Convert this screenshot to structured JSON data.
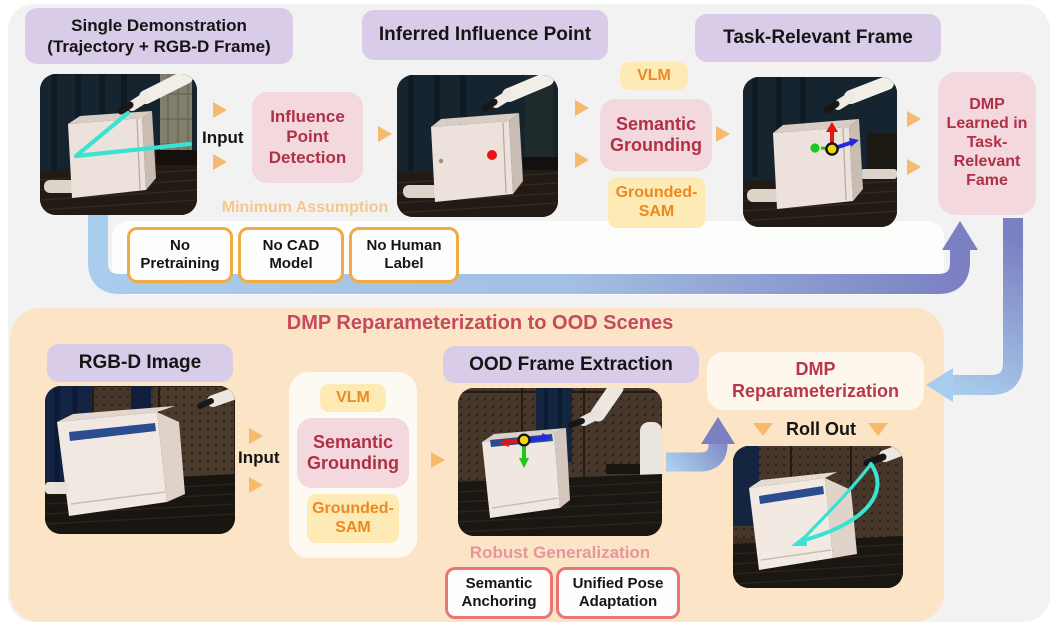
{
  "figure": {
    "type": "research-pipeline-diagram",
    "colors": {
      "page_bg": "#ffffff",
      "panel_gray": "#f3f2f3",
      "panel_orange": "#fce4c6",
      "label_purple": "#d8cce8",
      "process_pink": "#f3d8de",
      "process_pink_text": "#b03048",
      "tool_yellow": "#fdeab4",
      "tool_yellow_text": "#ee8820",
      "flow_triangle_orange": "#f6ba6e",
      "assumption_border_orange": "#f0ab45",
      "assumption_title_text": "#f5c78c",
      "bottom_title_red": "#c54b5c",
      "robust_title_pink": "#e8959d",
      "robust_border_red": "#e97575",
      "arrow_light_blue": "#a9cdec",
      "arrow_purple": "#7b80c2",
      "trajectory_cyan": "#3ae2d2",
      "influence_point_red": "#ee1111"
    },
    "icons": {
      "flow_triangle": "right-triangle-arrow",
      "rollout_triangle": "down-triangle-arrow",
      "frame_axes": "rgb-coordinate-frame",
      "influence_marker": "red-dot"
    }
  },
  "top": {
    "demo_label": "Single Demonstration\n(Trajectory + RGB-D Frame)",
    "input_label": "Input",
    "influence_detection_label": "Influence\nPoint\nDetection",
    "inferred_label": "Inferred Influence Point",
    "vlm_label": "VLM",
    "semantic_grounding_label": "Semantic\nGrounding",
    "grounded_sam_label": "Grounded-\nSAM",
    "task_frame_label": "Task-Relevant Frame",
    "dmp_learned_label": "DMP\nLearned in\nTask-\nRelevant\nFame",
    "minimum_assumption_label": "Minimum Assumption",
    "assumptions": [
      {
        "label": "No\nPretraining"
      },
      {
        "label": "No CAD\nModel"
      },
      {
        "label": "No Human\nLabel"
      }
    ]
  },
  "bottom": {
    "title": "DMP Reparameterization to OOD Scenes",
    "rgbd_label": "RGB-D Image",
    "input_label": "Input",
    "vlm_label": "VLM",
    "semantic_grounding_label": "Semantic\nGrounding",
    "grounded_sam_label": "Grounded-\nSAM",
    "ood_label": "OOD Frame Extraction",
    "dmp_reparam_label": "DMP\nReparameterization",
    "roll_out_label": "Roll Out",
    "robust_label": "Robust Generalization",
    "robust_boxes": [
      {
        "label": "Semantic\nAnchoring"
      },
      {
        "label": "Unified Pose\nAdaptation"
      }
    ]
  }
}
